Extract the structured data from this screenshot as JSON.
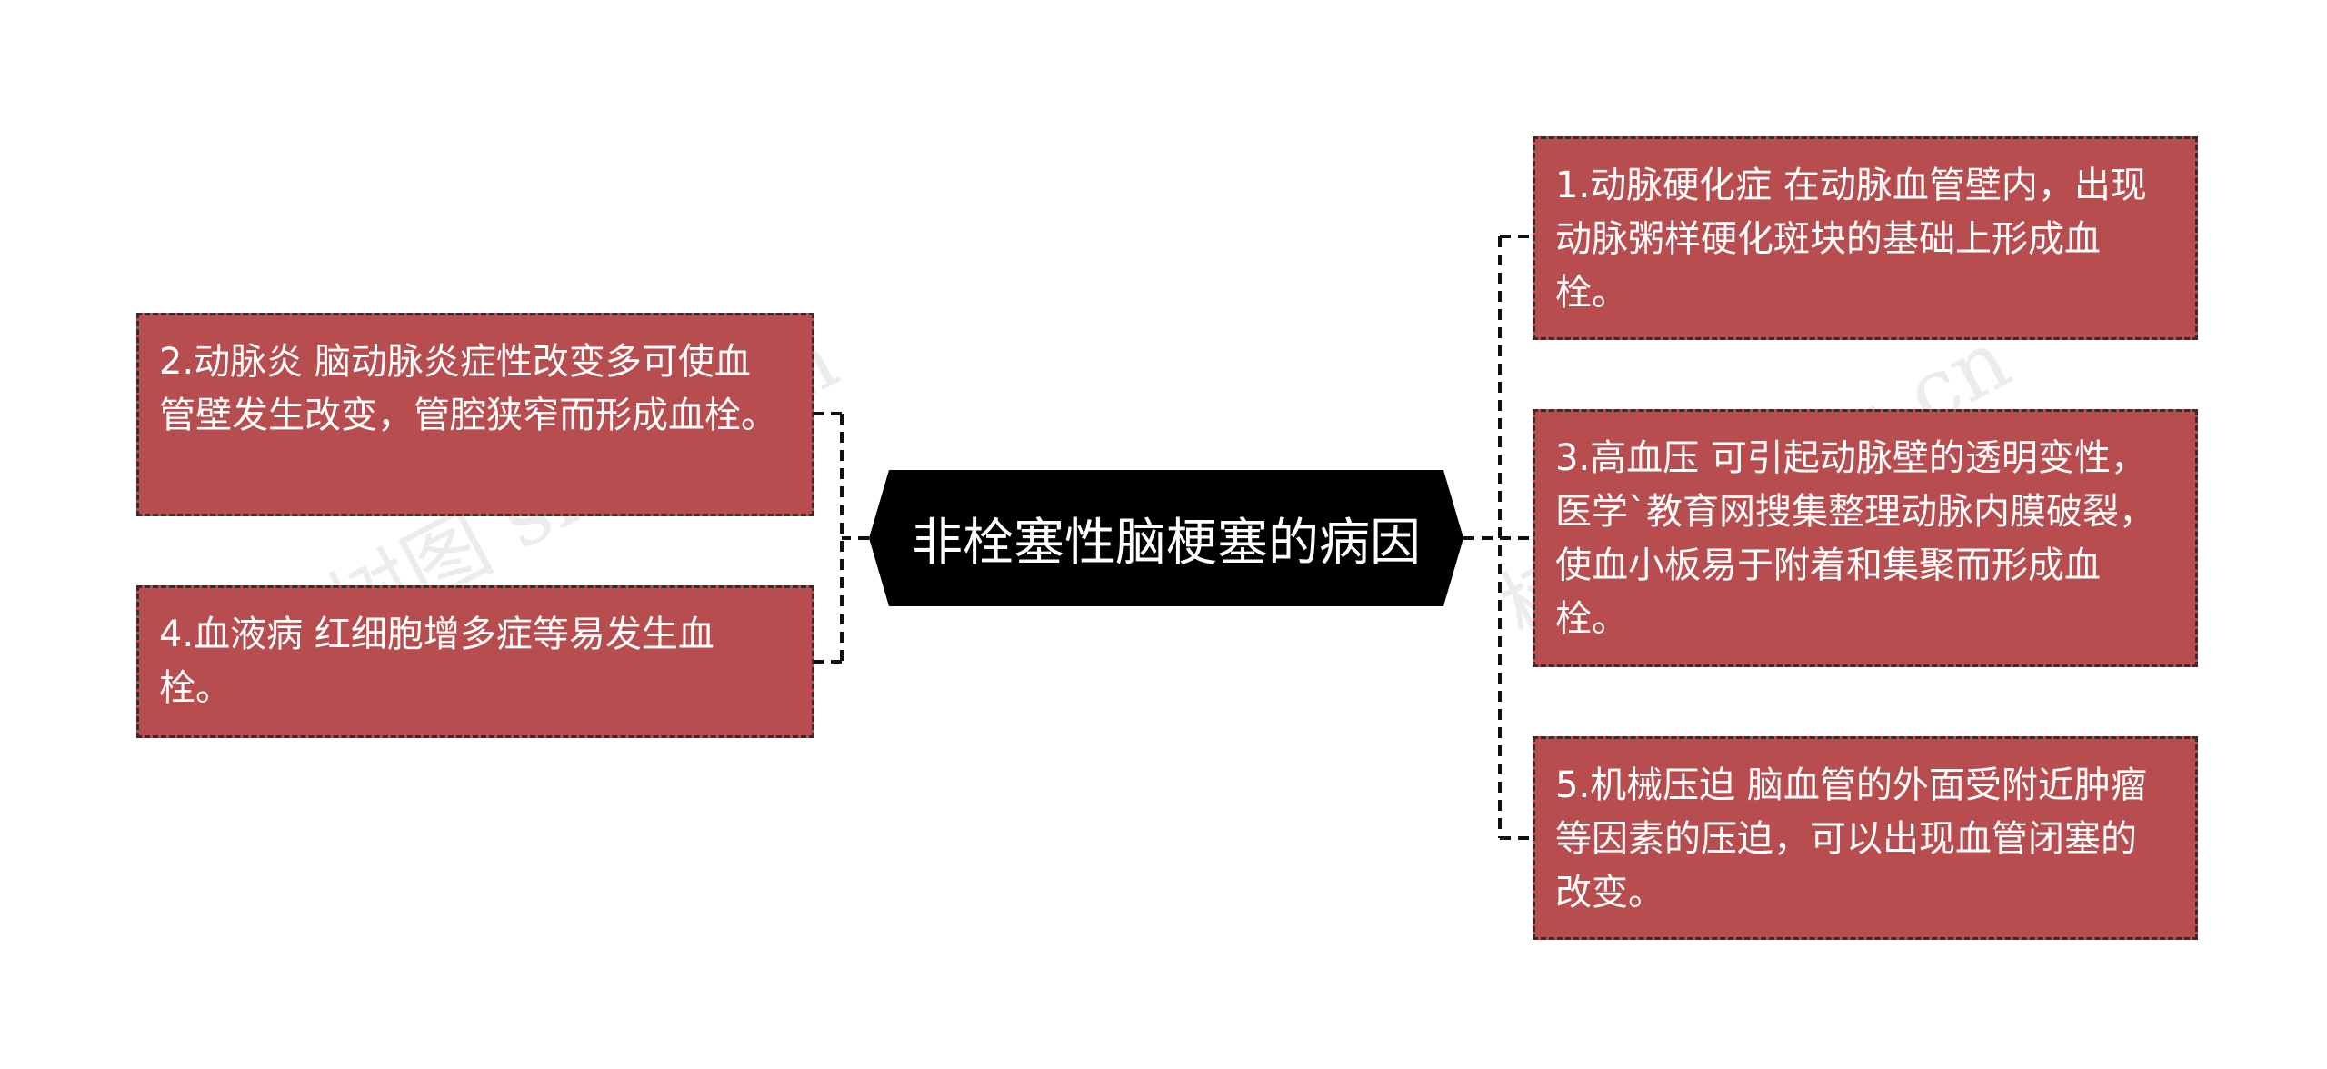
{
  "watermark": "树图 shutu.cn",
  "central": {
    "title": "非栓塞性脑梗塞的病因"
  },
  "nodes": [
    {
      "id": "n1",
      "text": "1.动脉硬化症  在动脉血管壁内，出现动脉粥样硬化斑块的基础上形成血栓。"
    },
    {
      "id": "n2",
      "text": "2.动脉炎  脑动脉炎症性改变多可使血管壁发生改变，管腔狭窄而形成血栓。"
    },
    {
      "id": "n3",
      "text": "3.高血压  可引起动脉壁的透明变性，医学`教育网搜集整理动脉内膜破裂，使血小板易于附着和集聚而形成血栓。"
    },
    {
      "id": "n4",
      "text": "4.血液病  红细胞增多症等易发生血栓。"
    },
    {
      "id": "n5",
      "text": "5.机械压迫  脑血管的外面受附近肿瘤等因素的压迫，可以出现血管闭塞的改变。"
    }
  ],
  "colors": {
    "node_fill": "#b84d50",
    "node_border": "#3a2a2a",
    "central_fill": "#000000",
    "central_text": "#ffffff",
    "connector": "#111111"
  }
}
